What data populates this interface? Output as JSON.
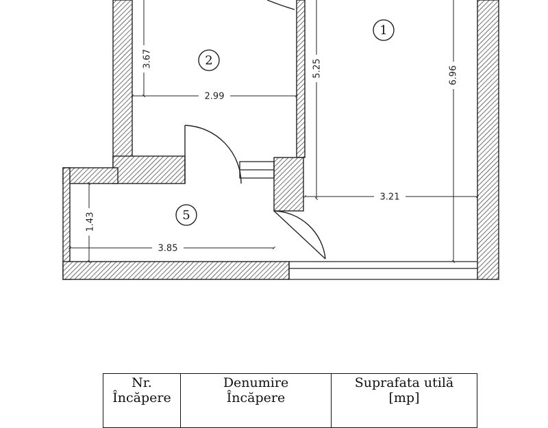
{
  "rooms": [
    {
      "number": "1"
    },
    {
      "number": "2"
    },
    {
      "number": "5"
    }
  ],
  "dimensions": {
    "room2_height": "3.67",
    "room2_width": "2.99",
    "room1_height_left": "5.25",
    "room1_height_right": "6.96",
    "room1_width": "3.21",
    "room5_height": "1.43",
    "room5_width": "3.85"
  },
  "table": {
    "headers": [
      {
        "line1": "Nr.",
        "line2": "Încăpere"
      },
      {
        "line1": "Denumire",
        "line2": "Încăpere"
      },
      {
        "line1": "Suprafata utilă",
        "line2": "[mp]"
      }
    ]
  },
  "colors": {
    "wall_line": "#222222",
    "text": "#111111"
  }
}
